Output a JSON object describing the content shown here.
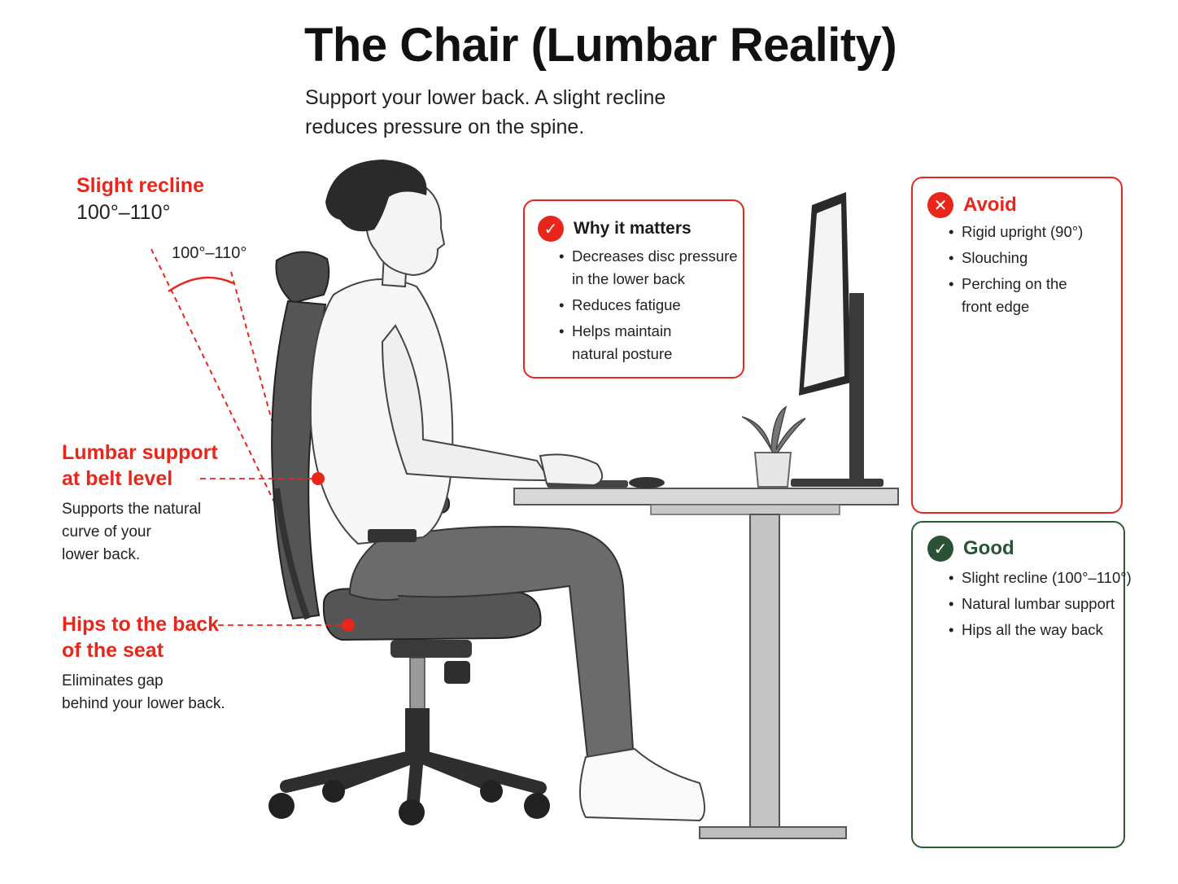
{
  "header": {
    "title": "The Chair (Lumbar Reality)",
    "subtitle_lines": [
      "Support your lower back. A slight recline",
      "reduces pressure on the spine."
    ]
  },
  "callouts": {
    "recline": {
      "title": "Slight recline",
      "value": "100°–110°",
      "angle_label": "100°–110°"
    },
    "lumbar": {
      "title_lines": [
        "Lumbar support",
        "at belt level"
      ],
      "body_lines": [
        "Supports the natural",
        "curve of your",
        "lower back."
      ]
    },
    "hips": {
      "title_lines": [
        "Hips to the back",
        "of the seat"
      ],
      "body_lines": [
        "Eliminates gap",
        "behind your lower back."
      ]
    }
  },
  "why_card": {
    "title": "Why it matters",
    "icon": "check-icon",
    "items": [
      {
        "lines": [
          "Decreases disc pressure",
          "in the lower back"
        ]
      },
      {
        "lines": [
          "Reduces fatigue"
        ]
      },
      {
        "lines": [
          "Helps maintain",
          "natural posture"
        ]
      }
    ]
  },
  "avoid_card": {
    "title": "Avoid",
    "icon": "x-icon",
    "items": [
      {
        "lines": [
          "Rigid upright (90°)"
        ]
      },
      {
        "lines": [
          "Slouching"
        ]
      },
      {
        "lines": [
          "Perching on the",
          "front edge"
        ]
      }
    ]
  },
  "good_card": {
    "title": "Good",
    "icon": "check-icon",
    "items": [
      {
        "lines": [
          "Slight recline (100°–110°)"
        ]
      },
      {
        "lines": [
          "Natural lumbar support"
        ]
      },
      {
        "lines": [
          "Hips all the way back"
        ]
      }
    ]
  },
  "colors": {
    "accent_red": "#e8261c",
    "good_green": "#2f5a3a",
    "ink": "#1a1a1a",
    "chair": "#3a3a3a",
    "desk": "#8a8a8a"
  }
}
